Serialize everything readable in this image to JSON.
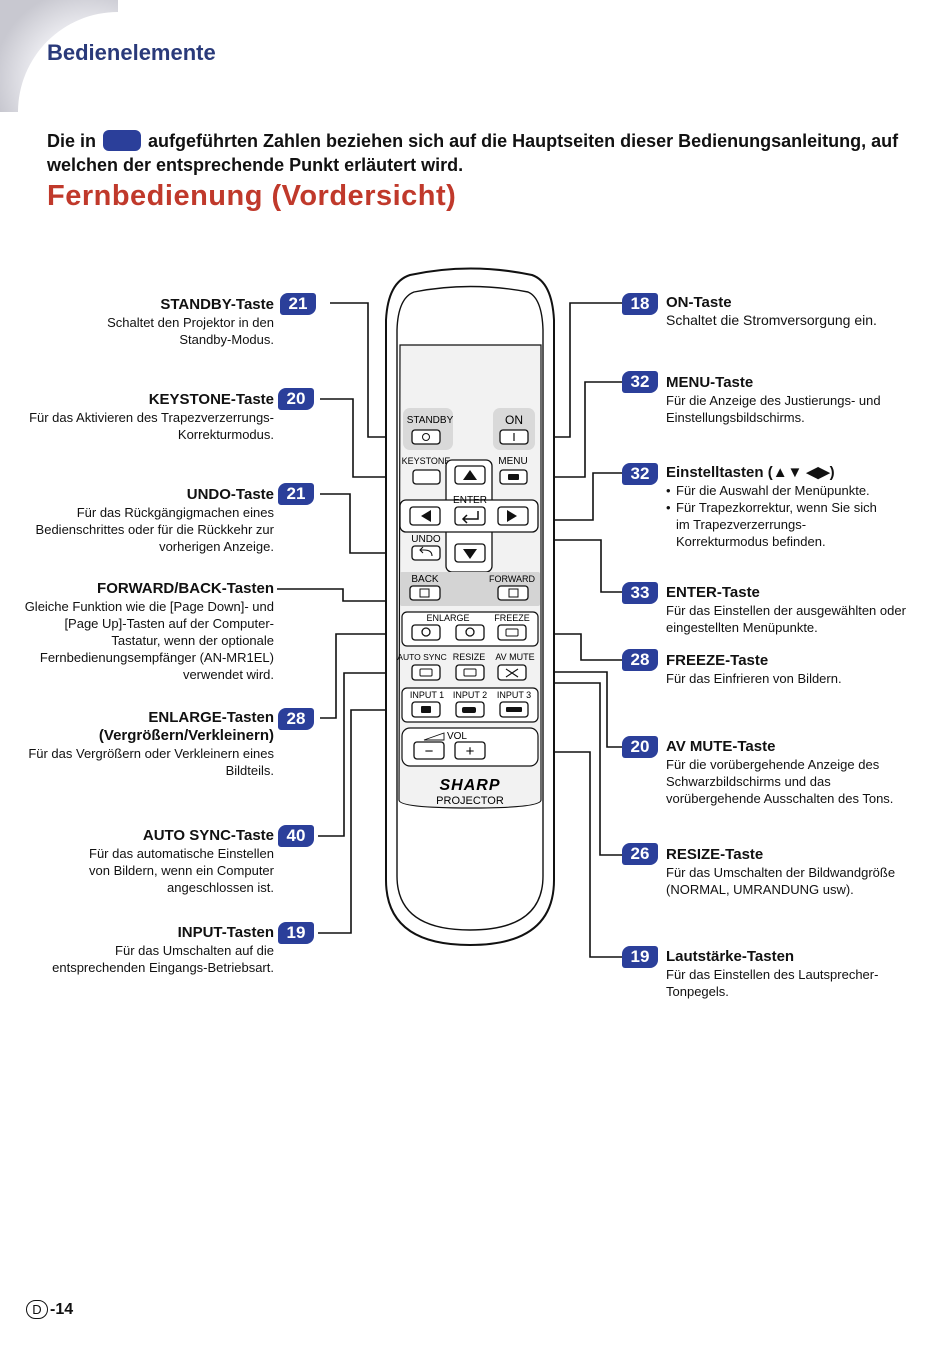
{
  "header": {
    "section_title": "Bedienelemente",
    "intro_part1": "Die in",
    "intro_part2": "aufgeführten Zahlen beziehen sich auf die Hauptseiten dieser Bedienungsanleitung, auf welchen der entsprechende Punkt erläutert wird.",
    "page_heading": "Fernbedienung (Vordersicht)"
  },
  "remote": {
    "buttons": {
      "standby": "STANDBY",
      "on": "ON",
      "keystone": "KEYSTONE",
      "menu": "MENU",
      "enter": "ENTER",
      "undo": "UNDO",
      "back": "BACK",
      "forward": "FORWARD",
      "enlarge": "ENLARGE",
      "freeze": "FREEZE",
      "auto_sync": "AUTO SYNC",
      "resize": "RESIZE",
      "av_mute": "AV MUTE",
      "input1": "INPUT 1",
      "input2": "INPUT 2",
      "input3": "INPUT 3",
      "vol": "VOL",
      "vol_minus": "−",
      "vol_plus": "+"
    },
    "brand": "SHARP",
    "product": "PROJECTOR"
  },
  "callouts_left": [
    {
      "title": "STANDBY-Taste",
      "page": "21",
      "desc": [
        "Schaltet den Projektor in den",
        "Standby-Modus."
      ]
    },
    {
      "title": "KEYSTONE-Taste",
      "page": "20",
      "desc": [
        "Für das Aktivieren des Trapezverzerrungs-",
        "Korrekturmodus."
      ]
    },
    {
      "title": "UNDO-Taste",
      "page": "21",
      "desc": [
        "Für das Rückgängigmachen eines",
        "Bedienschrittes oder für die Rückkehr zur",
        "vorherigen Anzeige."
      ]
    },
    {
      "title": "FORWARD/BACK-Tasten",
      "page": "",
      "desc": [
        "Gleiche Funktion wie die [Page Down]- und",
        "[Page Up]-Tasten auf der Computer-",
        "Tastatur, wenn der optionale",
        "Fernbedienungsempfänger (AN-MR1EL)",
        "verwendet wird."
      ]
    },
    {
      "title": "ENLARGE-Tasten",
      "title2": "(Vergrößern/Verkleinern)",
      "page": "28",
      "desc": [
        "Für das Vergrößern oder Verkleinern eines",
        "Bildteils."
      ]
    },
    {
      "title": "AUTO SYNC-Taste",
      "page": "40",
      "desc": [
        "Für das automatische Einstellen",
        "von Bildern, wenn ein Computer",
        "angeschlossen ist."
      ]
    },
    {
      "title": "INPUT-Tasten",
      "page": "19",
      "desc": [
        "Für das Umschalten auf die",
        "entsprechenden Eingangs-Betriebsart."
      ]
    }
  ],
  "callouts_right": [
    {
      "title": "ON-Taste",
      "page": "18",
      "desc": [
        "Schaltet die Stromversorgung ein."
      ]
    },
    {
      "title": "MENU-Taste",
      "page": "32",
      "desc": [
        "Für die Anzeige des Justierungs- und",
        "Einstellungsbildschirms."
      ]
    },
    {
      "title": "Einstelltasten (▲▼ ◀▶)",
      "page": "32",
      "bullets": [
        "Für die Auswahl der Menüpunkte.",
        "Für Trapezkorrektur, wenn Sie sich im Trapezverzerrungs-Korrekturmodus befinden."
      ]
    },
    {
      "title": "ENTER-Taste",
      "page": "33",
      "desc": [
        "Für das Einstellen der ausgewählten oder",
        "eingestellten Menüpunkte."
      ]
    },
    {
      "title": "FREEZE-Taste",
      "page": "28",
      "desc": [
        "Für das Einfrieren von Bildern."
      ]
    },
    {
      "title": "AV MUTE-Taste",
      "page": "20",
      "desc": [
        "Für die vorübergehende Anzeige des",
        "Schwarzbildschirms und das",
        "vorübergehende Ausschalten des Tons."
      ]
    },
    {
      "title": "RESIZE-Taste",
      "page": "26",
      "desc": [
        "Für das Umschalten der Bildwandgröße",
        "(NORMAL, UMRANDUNG usw)."
      ]
    },
    {
      "title": "Lautstärke-Tasten",
      "page": "19",
      "desc": [
        "Für das Einstellen des Lautsprecher-",
        "Tonpegels."
      ]
    }
  ],
  "footer": {
    "lang": "D",
    "page": "-14"
  },
  "colors": {
    "badge": "#2b3f9a",
    "heading": "#c0392b",
    "title": "#2a3a7a"
  }
}
